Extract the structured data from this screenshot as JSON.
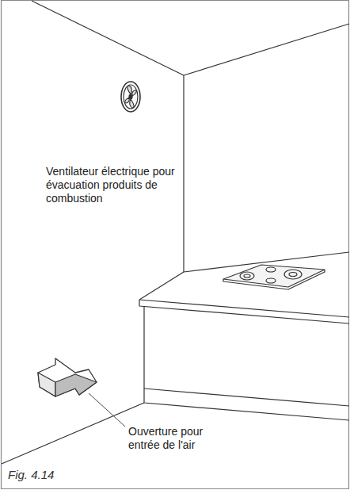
{
  "diagram": {
    "caption": "Fig. 4.14",
    "labels": [
      "Ventilateur électrique pour évacuation produits de combustion",
      "Ouverture pour entrée de l'air"
    ]
  }
}
